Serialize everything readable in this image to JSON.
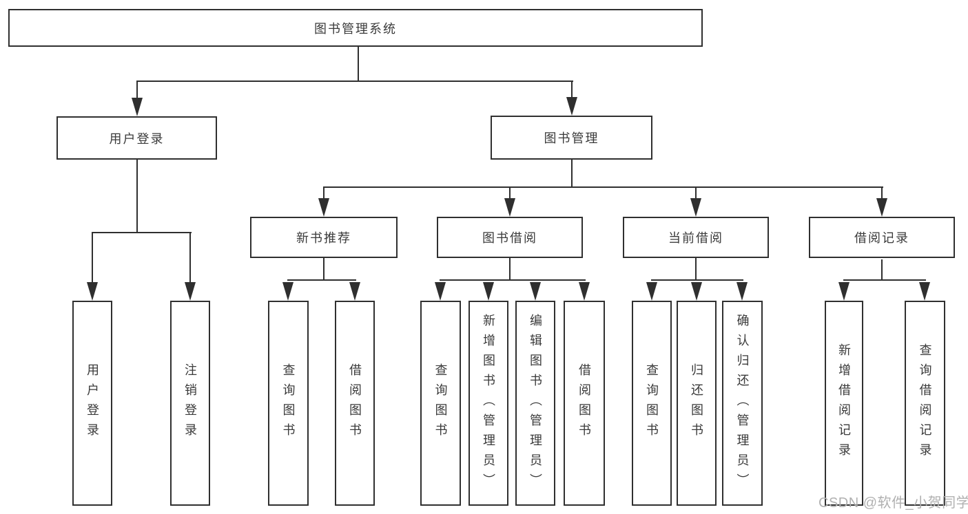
{
  "diagram": {
    "type": "hierarchy-tree",
    "title": "图书管理系统",
    "nodes": {
      "root": {
        "label": "图书管理系统"
      },
      "user_login": {
        "label": "用户登录"
      },
      "book_mgmt": {
        "label": "图书管理"
      },
      "new_book_rec": {
        "label": "新书推荐"
      },
      "book_borrow": {
        "label": "图书借阅"
      },
      "current_borrow": {
        "label": "当前借阅"
      },
      "borrow_record": {
        "label": "借阅记录"
      },
      "leaf_user_login": {
        "label": "用户登录"
      },
      "leaf_logout": {
        "label": "注销登录"
      },
      "leaf_query_book_1": {
        "label": "查询图书"
      },
      "leaf_borrow_book_1": {
        "label": "借阅图书"
      },
      "leaf_query_book_2": {
        "label": "查询图书"
      },
      "leaf_add_book": {
        "label": "新增图书（管理员）"
      },
      "leaf_edit_book": {
        "label": "编辑图书（管理员）"
      },
      "leaf_borrow_book_2": {
        "label": "借阅图书"
      },
      "leaf_query_book_3": {
        "label": "查询图书"
      },
      "leaf_return_book": {
        "label": "归还图书"
      },
      "leaf_confirm_return": {
        "label": "确认归还（管理员）"
      },
      "leaf_add_record": {
        "label": "新增借阅记录"
      },
      "leaf_query_record": {
        "label": "查询借阅记录"
      }
    },
    "structure": {
      "root": [
        "user_login",
        "book_mgmt"
      ],
      "user_login": [
        "leaf_user_login",
        "leaf_logout"
      ],
      "book_mgmt": [
        "new_book_rec",
        "book_borrow",
        "current_borrow",
        "borrow_record"
      ],
      "new_book_rec": [
        "leaf_query_book_1",
        "leaf_borrow_book_1"
      ],
      "book_borrow": [
        "leaf_query_book_2",
        "leaf_add_book",
        "leaf_edit_book",
        "leaf_borrow_book_2"
      ],
      "current_borrow": [
        "leaf_query_book_3",
        "leaf_return_book",
        "leaf_confirm_return"
      ],
      "borrow_record": [
        "leaf_add_record",
        "leaf_query_record"
      ]
    },
    "colors": {
      "line": "#2f2f2f",
      "text": "#3a3a3a",
      "background": "#ffffff",
      "watermark": "#b0b0b0"
    }
  },
  "watermark": {
    "text": "CSDN @软件_小贺同学"
  }
}
